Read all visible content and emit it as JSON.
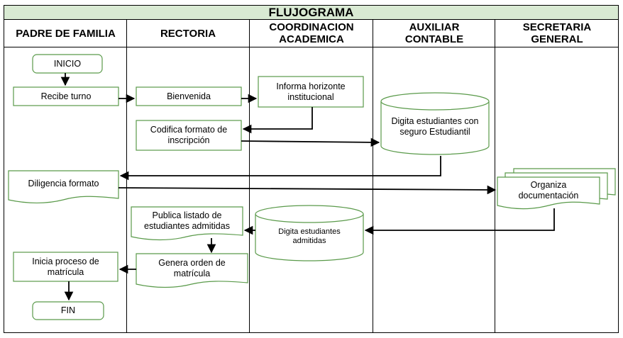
{
  "title": "FLUJOGRAMA",
  "lanes": [
    {
      "label": "PADRE DE FAMILIA"
    },
    {
      "label": "RECTORIA"
    },
    {
      "label": "COORDINACION\nACADEMICA"
    },
    {
      "label": "AUXILIAR\nCONTABLE"
    },
    {
      "label": "SECRETARIA\nGENERAL"
    }
  ],
  "nodes": {
    "inicio": "INICIO",
    "recibe_turno": "Recibe turno",
    "bienvenida": "Bienvenida",
    "informa_horizonte": "Informa horizonte\ninstitucional",
    "codifica_formato": "Codifica formato de\ninscripción",
    "digita_seguro": "Digita estudiantes con\nseguro Estudiantil",
    "diligencia_formato": "Diligencia formato",
    "organiza_documentacion": "Organiza\ndocumentación",
    "publica_listado": "Publica listado de\nestudiantes admitidas",
    "digita_admitidas": "Digita estudiantes\nadmitidas",
    "inicia_matricula": "Inicia proceso de\nmatrícula",
    "genera_orden": "Genera orden de\nmatrícula",
    "fin": "FIN"
  },
  "colors": {
    "title_fill": "#d9ead3",
    "node_border": "#5a9a4a",
    "line": "#000000"
  }
}
